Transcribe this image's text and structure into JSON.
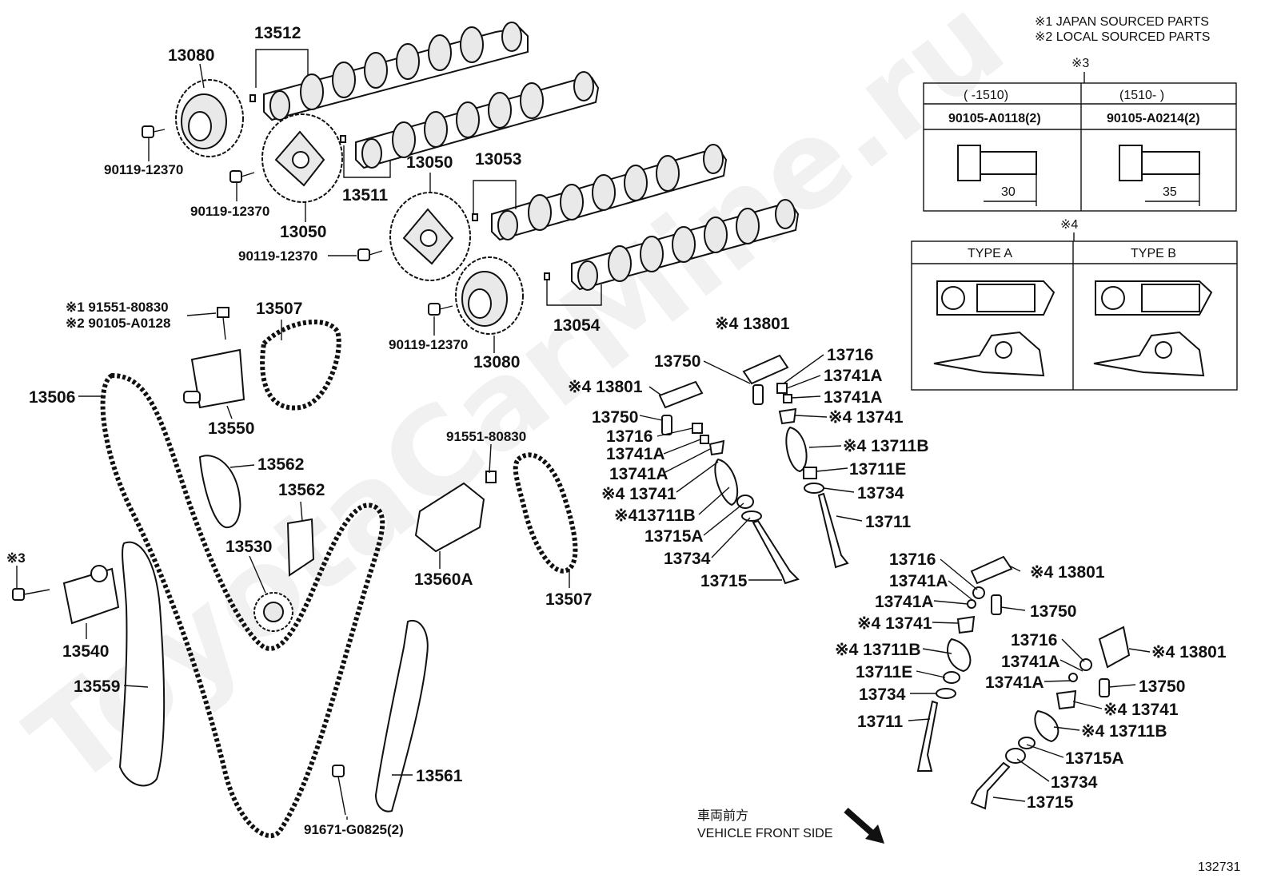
{
  "notes": {
    "n1": "※1 JAPAN SOURCED PARTS",
    "n2": "※2 LOCAL SOURCED PARTS",
    "n3": "※3",
    "n4": "※4"
  },
  "table3": {
    "col1_range": "(      -1510)",
    "col2_range": "(1510-      )",
    "col1_part": "90105-A0118(2)",
    "col2_part": "90105-A0214(2)",
    "col1_len": "30",
    "col2_len": "35"
  },
  "table4": {
    "type_a": "TYPE A",
    "type_b": "TYPE B"
  },
  "labels": {
    "l13080a": "13080",
    "l13512": "13512",
    "l90119a": "90119-12370",
    "l90119b": "90119-12370",
    "l13050a": "13050",
    "l13511": "13511",
    "l13050b": "13050",
    "l13053": "13053",
    "l90119c": "90119-12370",
    "l90119d": "90119-12370",
    "l13080b": "13080",
    "l13054": "13054",
    "l91551a": "※1 91551-80830",
    "l90105": "※2 90105-A0128",
    "l13507a": "13507",
    "l13506": "13506",
    "l13550": "13550",
    "l13562a": "13562",
    "l13562b": "13562",
    "l13530": "13530",
    "l3bolt": "※3",
    "l13540": "13540",
    "l13559": "13559",
    "l91551b": "91551-80830",
    "l13560a": "13560A",
    "l13507b": "13507",
    "l91671": "91671-G0825(2)",
    "l13561": "13561",
    "l13801a": "※4 13801",
    "l13750a": "13750",
    "l13716a": "13716",
    "l13741Aa": "13741A",
    "l13741Ab": "13741A",
    "l13741a": "※4 13741",
    "l13711Ba": "※4 13711B",
    "l13711Ea": "13711E",
    "l13734a": "13734",
    "l13711a": "13711",
    "l13801b": "※4 13801",
    "l13750b": "13750",
    "l13716b": "13716",
    "l13741Ac": "13741A",
    "l13741Ad": "13741A",
    "l13741b": "※4 13741",
    "l13711Bb": "※413711B",
    "l13715Aa": "13715A",
    "l13734b": "13734",
    "l13715a": "13715",
    "l13716c": "13716",
    "l13741Ae": "13741A",
    "l13741Af": "13741A",
    "l13741c": "※4 13741",
    "l13711Bc": "※4 13711B",
    "l13711Eb": "13711E",
    "l13734c": "13734",
    "l13711b": "13711",
    "l13801c": "※4 13801",
    "l13750c": "13750",
    "l13716d": "13716",
    "l13741Ag": "13741A",
    "l13741Ah": "13741A",
    "l13750d": "13750",
    "l13741d": "※4 13741",
    "l13711Bd": "※4 13711B",
    "l13715Ab": "13715A",
    "l13734d": "13734",
    "l13715b": "13715",
    "l13801d": "※4 13801"
  },
  "direction": {
    "jp": "車両前方",
    "en": "VEHICLE FRONT SIDE"
  },
  "figure_id": "132731"
}
